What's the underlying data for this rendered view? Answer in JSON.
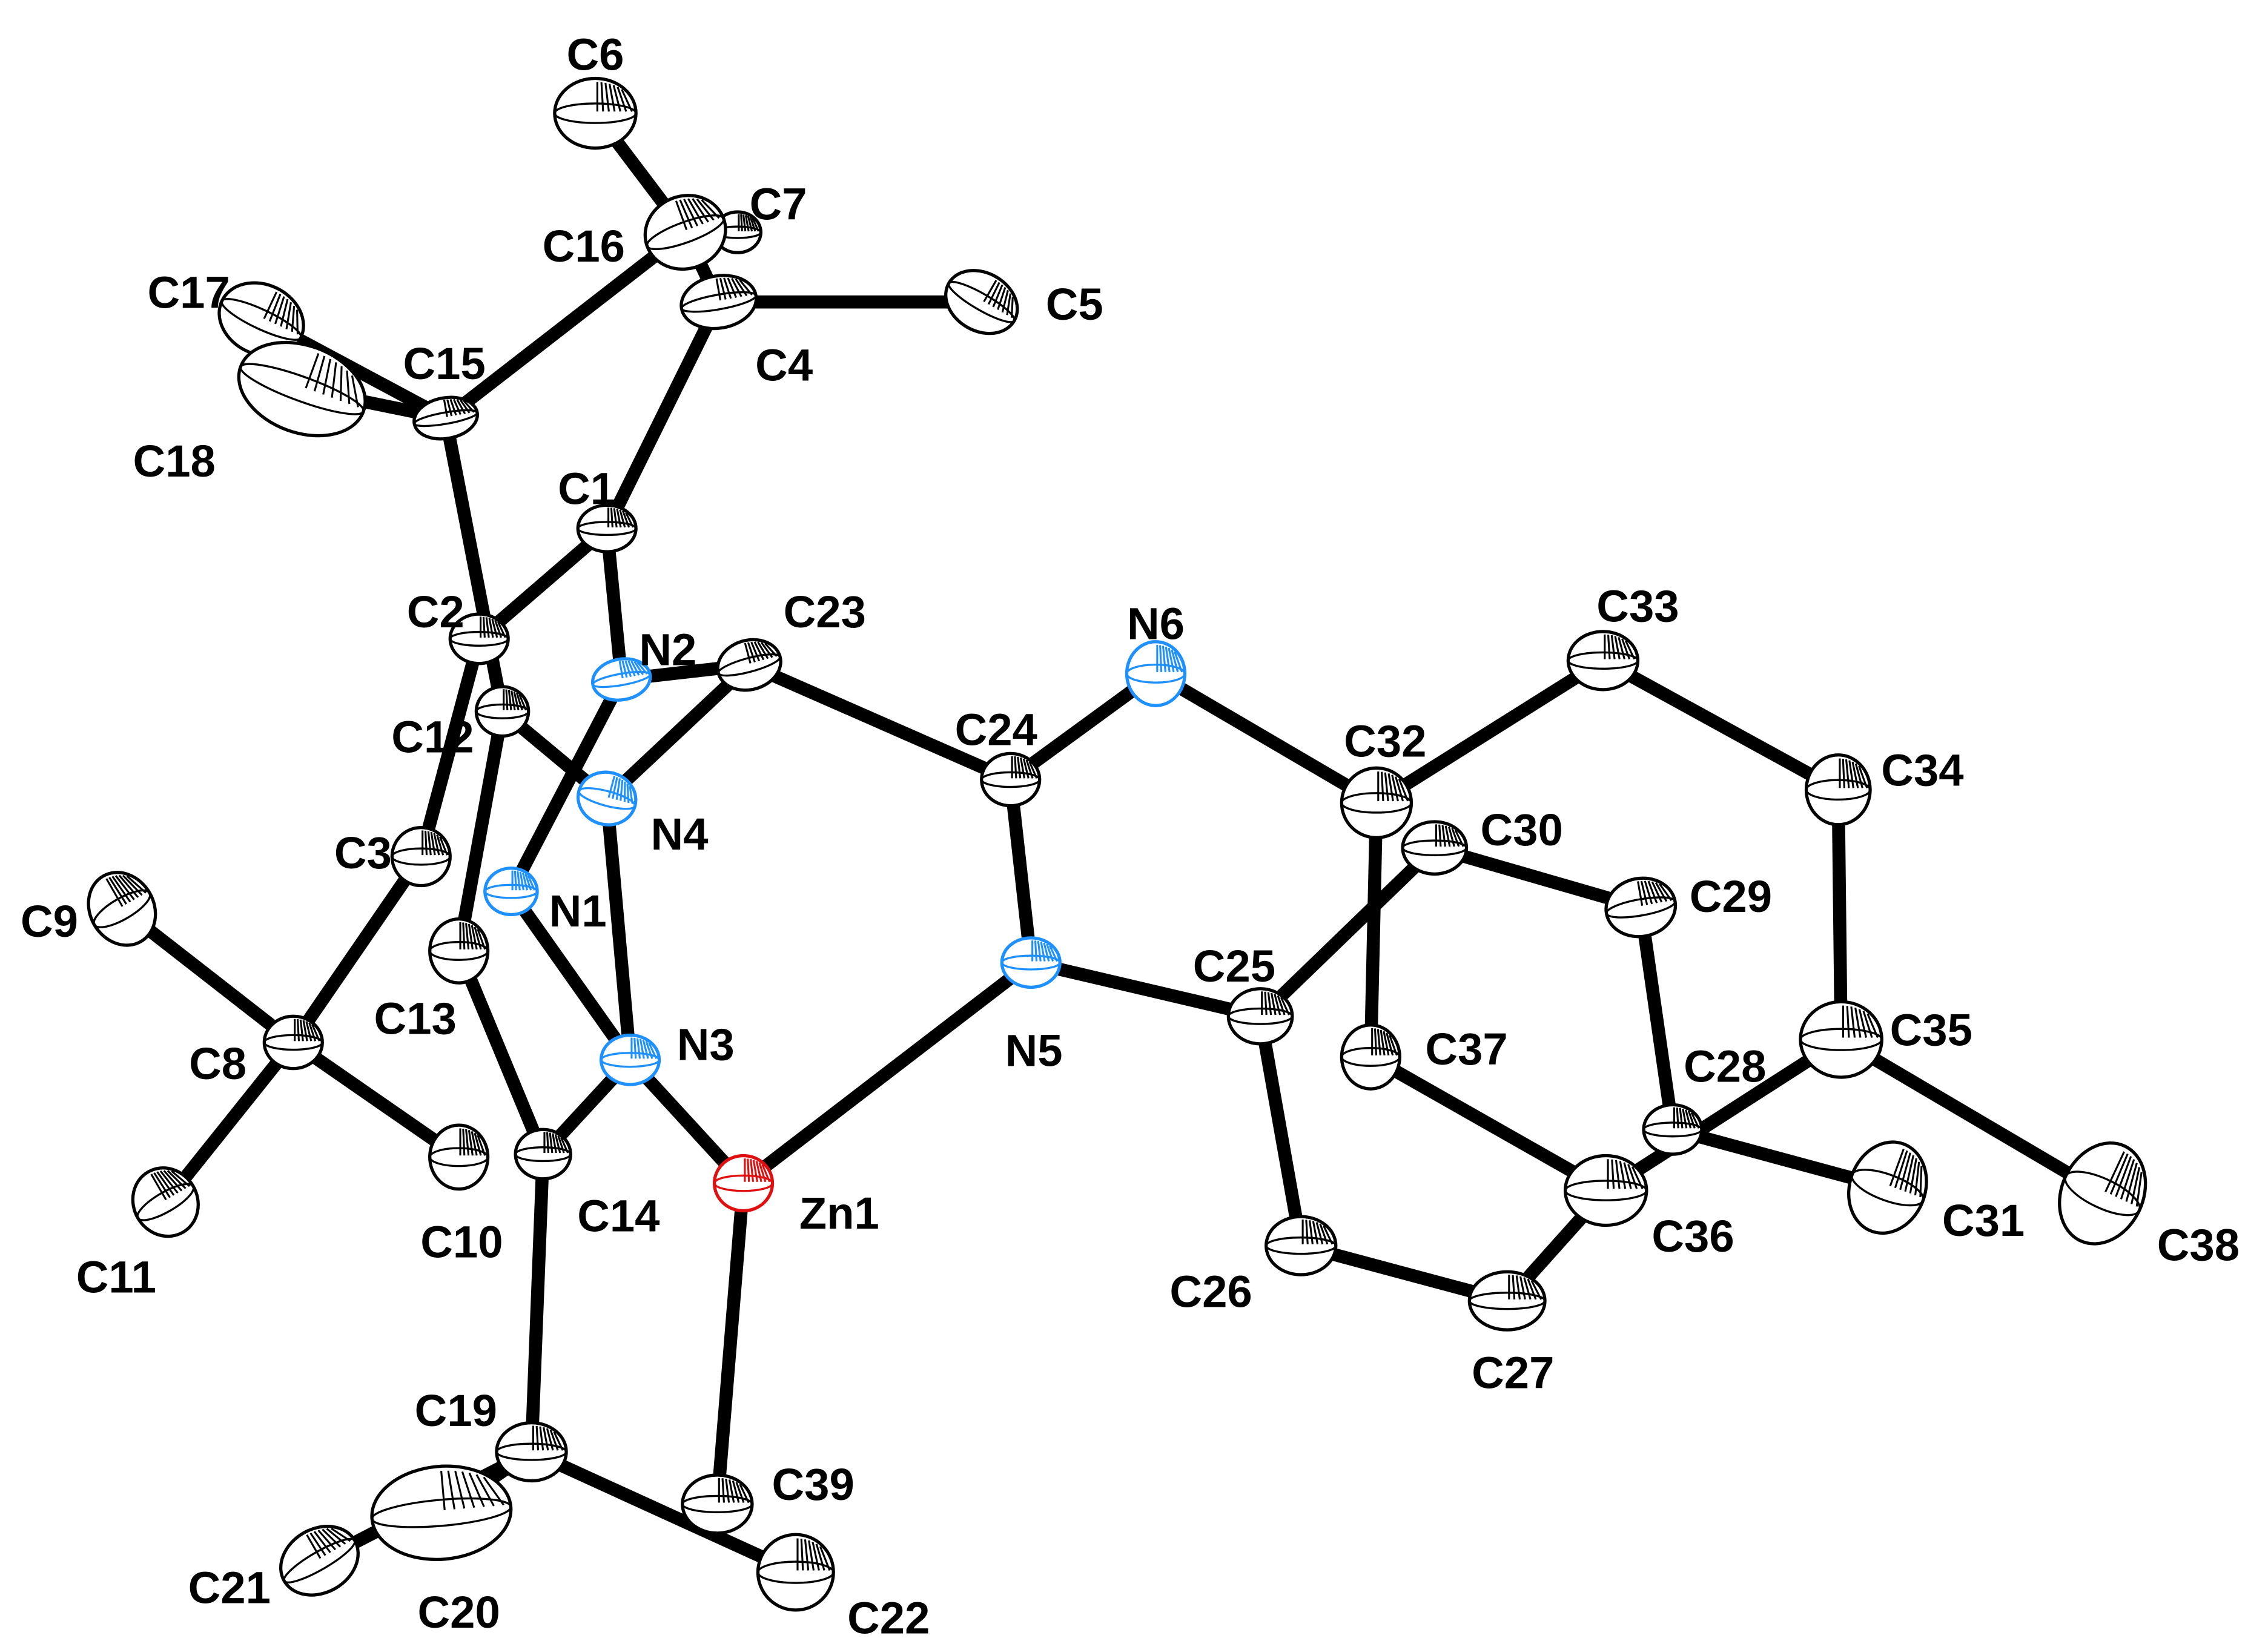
{
  "colors": {
    "carbon": "#000000",
    "nitrogen": "#1e90ff",
    "zinc": "#e01010",
    "bond": "#000000",
    "label": "#000000"
  },
  "atoms": [
    {
      "id": "C1",
      "el": "C"
    },
    {
      "id": "C2",
      "el": "C"
    },
    {
      "id": "C3",
      "el": "C"
    },
    {
      "id": "C4",
      "el": "C"
    },
    {
      "id": "C5",
      "el": "C"
    },
    {
      "id": "C6",
      "el": "C"
    },
    {
      "id": "C7",
      "el": "C"
    },
    {
      "id": "C8",
      "el": "C"
    },
    {
      "id": "C9",
      "el": "C"
    },
    {
      "id": "C10",
      "el": "C"
    },
    {
      "id": "C11",
      "el": "C"
    },
    {
      "id": "C12",
      "el": "C"
    },
    {
      "id": "C13",
      "el": "C"
    },
    {
      "id": "C14",
      "el": "C"
    },
    {
      "id": "C15",
      "el": "C"
    },
    {
      "id": "C16",
      "el": "C"
    },
    {
      "id": "C17",
      "el": "C"
    },
    {
      "id": "C18",
      "el": "C"
    },
    {
      "id": "C19",
      "el": "C"
    },
    {
      "id": "C20",
      "el": "C"
    },
    {
      "id": "C21",
      "el": "C"
    },
    {
      "id": "C22",
      "el": "C"
    },
    {
      "id": "C23",
      "el": "C"
    },
    {
      "id": "C24",
      "el": "C"
    },
    {
      "id": "C25",
      "el": "C"
    },
    {
      "id": "C26",
      "el": "C"
    },
    {
      "id": "C27",
      "el": "C"
    },
    {
      "id": "C28",
      "el": "C"
    },
    {
      "id": "C29",
      "el": "C"
    },
    {
      "id": "C30",
      "el": "C"
    },
    {
      "id": "C31",
      "el": "C"
    },
    {
      "id": "C32",
      "el": "C"
    },
    {
      "id": "C33",
      "el": "C"
    },
    {
      "id": "C34",
      "el": "C"
    },
    {
      "id": "C35",
      "el": "C"
    },
    {
      "id": "C36",
      "el": "C"
    },
    {
      "id": "C37",
      "el": "C"
    },
    {
      "id": "C38",
      "el": "C"
    },
    {
      "id": "C39",
      "el": "C"
    },
    {
      "id": "N1",
      "el": "N"
    },
    {
      "id": "N2",
      "el": "N"
    },
    {
      "id": "N3",
      "el": "N"
    },
    {
      "id": "N4",
      "el": "N"
    },
    {
      "id": "N5",
      "el": "N"
    },
    {
      "id": "N6",
      "el": "N"
    },
    {
      "id": "Zn1",
      "el": "Zn"
    }
  ],
  "bonds": [
    [
      "C6",
      "C16"
    ],
    [
      "C16",
      "C4"
    ],
    [
      "C4",
      "C5"
    ],
    [
      "C16",
      "C15"
    ],
    [
      "C15",
      "C17"
    ],
    [
      "C15",
      "C18"
    ],
    [
      "C4",
      "C1"
    ],
    [
      "C1",
      "C2"
    ],
    [
      "C1",
      "N2"
    ],
    [
      "C15",
      "C12"
    ],
    [
      "C2",
      "C3"
    ],
    [
      "C12",
      "N4"
    ],
    [
      "C12",
      "C13"
    ],
    [
      "N2",
      "N1"
    ],
    [
      "N2",
      "C23"
    ],
    [
      "C23",
      "N4"
    ],
    [
      "C23",
      "C24"
    ],
    [
      "N4",
      "N3"
    ],
    [
      "N1",
      "N3"
    ],
    [
      "C3",
      "C8"
    ],
    [
      "C8",
      "C9"
    ],
    [
      "C8",
      "C11"
    ],
    [
      "C8",
      "C10"
    ],
    [
      "C13",
      "C14"
    ],
    [
      "C14",
      "N3"
    ],
    [
      "N3",
      "Zn1"
    ],
    [
      "Zn1",
      "N5"
    ],
    [
      "Zn1",
      "C39"
    ],
    [
      "C14",
      "C19"
    ],
    [
      "C19",
      "C20"
    ],
    [
      "C19",
      "C21"
    ],
    [
      "C19",
      "C22"
    ],
    [
      "C24",
      "N6"
    ],
    [
      "C24",
      "N5"
    ],
    [
      "N5",
      "C25"
    ],
    [
      "N6",
      "C32"
    ],
    [
      "C32",
      "C33"
    ],
    [
      "C32",
      "C37"
    ],
    [
      "C33",
      "C34"
    ],
    [
      "C34",
      "C35"
    ],
    [
      "C35",
      "C38"
    ],
    [
      "C35",
      "C36"
    ],
    [
      "C25",
      "C30"
    ],
    [
      "C25",
      "C26"
    ],
    [
      "C26",
      "C27"
    ],
    [
      "C27",
      "C36"
    ],
    [
      "C36",
      "C37"
    ],
    [
      "C30",
      "C29"
    ],
    [
      "C29",
      "C28"
    ],
    [
      "C28",
      "C31"
    ]
  ]
}
